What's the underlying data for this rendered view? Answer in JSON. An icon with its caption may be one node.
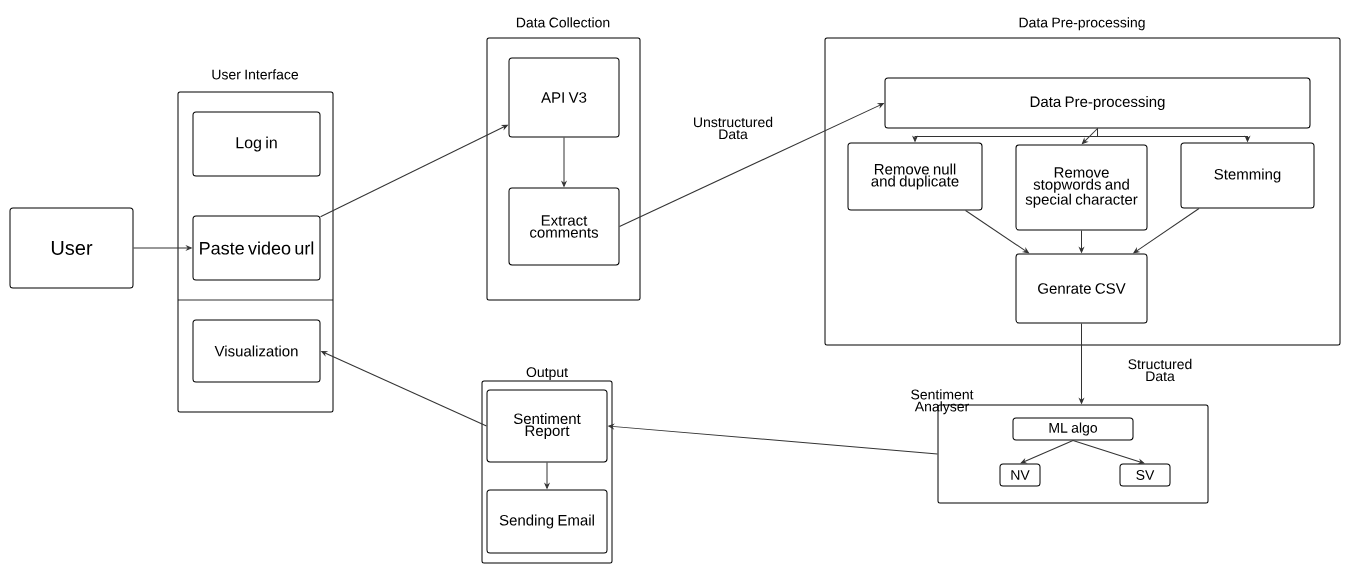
{
  "diagram": {
    "nodes": [
      {
        "text": [
          "User"
        ]
      },
      {
        "text": [
          "User Interface"
        ]
      },
      {
        "text": [
          "Log in"
        ],
        "in": 1
      },
      {
        "text": [
          "Paste video url"
        ],
        "in": 1
      },
      {
        "text": [
          "Visualization"
        ],
        "in": 1
      },
      {
        "text": [
          "Data Collection"
        ]
      },
      {
        "text": [
          "API V3"
        ],
        "in": 5
      },
      {
        "text": [
          "Extract comments"
        ],
        "in": 5
      },
      {
        "text": [
          "Data Pre-processing"
        ]
      },
      {
        "text": [
          "Data Pre-processing"
        ],
        "in": 8
      },
      {
        "text": [
          "Remove null and duplicate"
        ],
        "in": 8
      },
      {
        "text": [
          "Remove stopwords and special character"
        ],
        "in": 8
      },
      {
        "text": [
          "Stemming"
        ],
        "in": 8
      },
      {
        "text": [
          "Genrate CSV"
        ],
        "in": 8
      },
      {
        "text": [
          "Sentiment Analyser"
        ]
      },
      {
        "text": [
          "ML algo"
        ],
        "in": 14
      },
      {
        "text": [
          "NV"
        ],
        "in": 14
      },
      {
        "text": [
          "SV"
        ],
        "in": 14
      },
      {
        "text": [
          "Output"
        ]
      },
      {
        "text": [
          "Sentiment Report"
        ],
        "in": 18
      },
      {
        "text": [
          "Sending Email"
        ],
        "in": 18
      }
    ],
    "edges": [
      {
        "from": 0,
        "to": 3,
        "arrow": "to"
      },
      {
        "from": 3,
        "to": 6,
        "arrow": "to"
      },
      {
        "from": 6,
        "to": 7,
        "arrow": "to"
      },
      {
        "from": 7,
        "to": 9,
        "arrow": "to",
        "label": "Unstructured Data"
      },
      {
        "from": 9,
        "to": 10,
        "arrow": "to"
      },
      {
        "from": 9,
        "to": 11,
        "arrow": "to"
      },
      {
        "from": 9,
        "to": 12,
        "arrow": "to"
      },
      {
        "from": 10,
        "to": 13,
        "arrow": "to"
      },
      {
        "from": 11,
        "to": 13,
        "arrow": "to"
      },
      {
        "from": 12,
        "to": 13,
        "arrow": "to"
      },
      {
        "from": 13,
        "to": 14,
        "arrow": "to",
        "label": "Structured Data"
      },
      {
        "from": 15,
        "to": 16,
        "arrow": "to"
      },
      {
        "from": 15,
        "to": 17,
        "arrow": "to"
      },
      {
        "from": 14,
        "to": 19,
        "arrow": "to"
      },
      {
        "from": 19,
        "to": 20,
        "arrow": "to"
      },
      {
        "from": 19,
        "to": 4,
        "arrow": "to"
      }
    ]
  }
}
